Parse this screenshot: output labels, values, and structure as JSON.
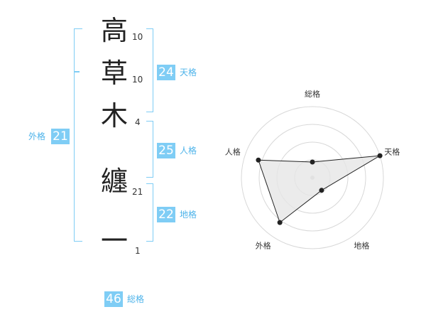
{
  "name": {
    "chars": [
      {
        "char": "高",
        "strokes": "10"
      },
      {
        "char": "草",
        "strokes": "10"
      },
      {
        "char": "木",
        "strokes": "4"
      },
      {
        "char": "纏",
        "strokes": "21"
      },
      {
        "char": "一",
        "strokes": "1"
      }
    ]
  },
  "grades": {
    "tenkaku": {
      "value": "24",
      "label": "天格"
    },
    "jinkaku": {
      "value": "25",
      "label": "人格"
    },
    "chikaku": {
      "value": "22",
      "label": "地格"
    },
    "gaikaku": {
      "value": "21",
      "label": "外格"
    },
    "soukaku": {
      "value": "46",
      "label": "総格"
    }
  },
  "chart_data": {
    "type": "radar",
    "axes": [
      "総格",
      "天格",
      "地格",
      "外格",
      "人格"
    ],
    "values": [
      0.22,
      1.0,
      0.22,
      0.78,
      0.8
    ],
    "range": [
      0,
      1
    ],
    "rings": 4,
    "colors": {
      "fill": "#e6e6e6",
      "line": "#222222",
      "grid": "#d8d8d8"
    }
  }
}
